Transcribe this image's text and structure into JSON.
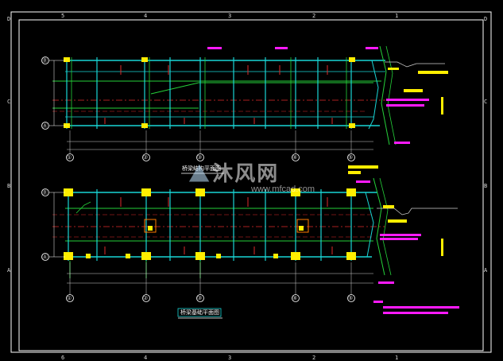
{
  "drawing": {
    "top_plan_title": "桥梁结构平面图",
    "bottom_plan_title": "桥梁基础平面图",
    "grid_bubbles": [
      "①",
      "②",
      "③",
      "④",
      "⑤"
    ],
    "row_bubbles": [
      "Ⓑ",
      "Ⓐ"
    ]
  },
  "frame": {
    "column_markers_top": [
      "5",
      "4",
      "3",
      "2",
      "1"
    ],
    "column_markers_bottom": [
      "6",
      "4",
      "3",
      "2",
      "1"
    ],
    "row_markers": [
      "D",
      "C",
      "B",
      "A"
    ]
  },
  "watermark": {
    "mark": "⛰",
    "text": "沐风网",
    "url": "www.mfcad.com"
  },
  "colors": {
    "background": "#000000",
    "frame": "#ffffff",
    "beam_cyan": "#19d6d6",
    "grid_green": "#25d13a",
    "axis_red": "#e02a2a",
    "magenta": "#ff1aff",
    "yellow": "#ffee00",
    "dim_white": "#d0d0d0"
  }
}
